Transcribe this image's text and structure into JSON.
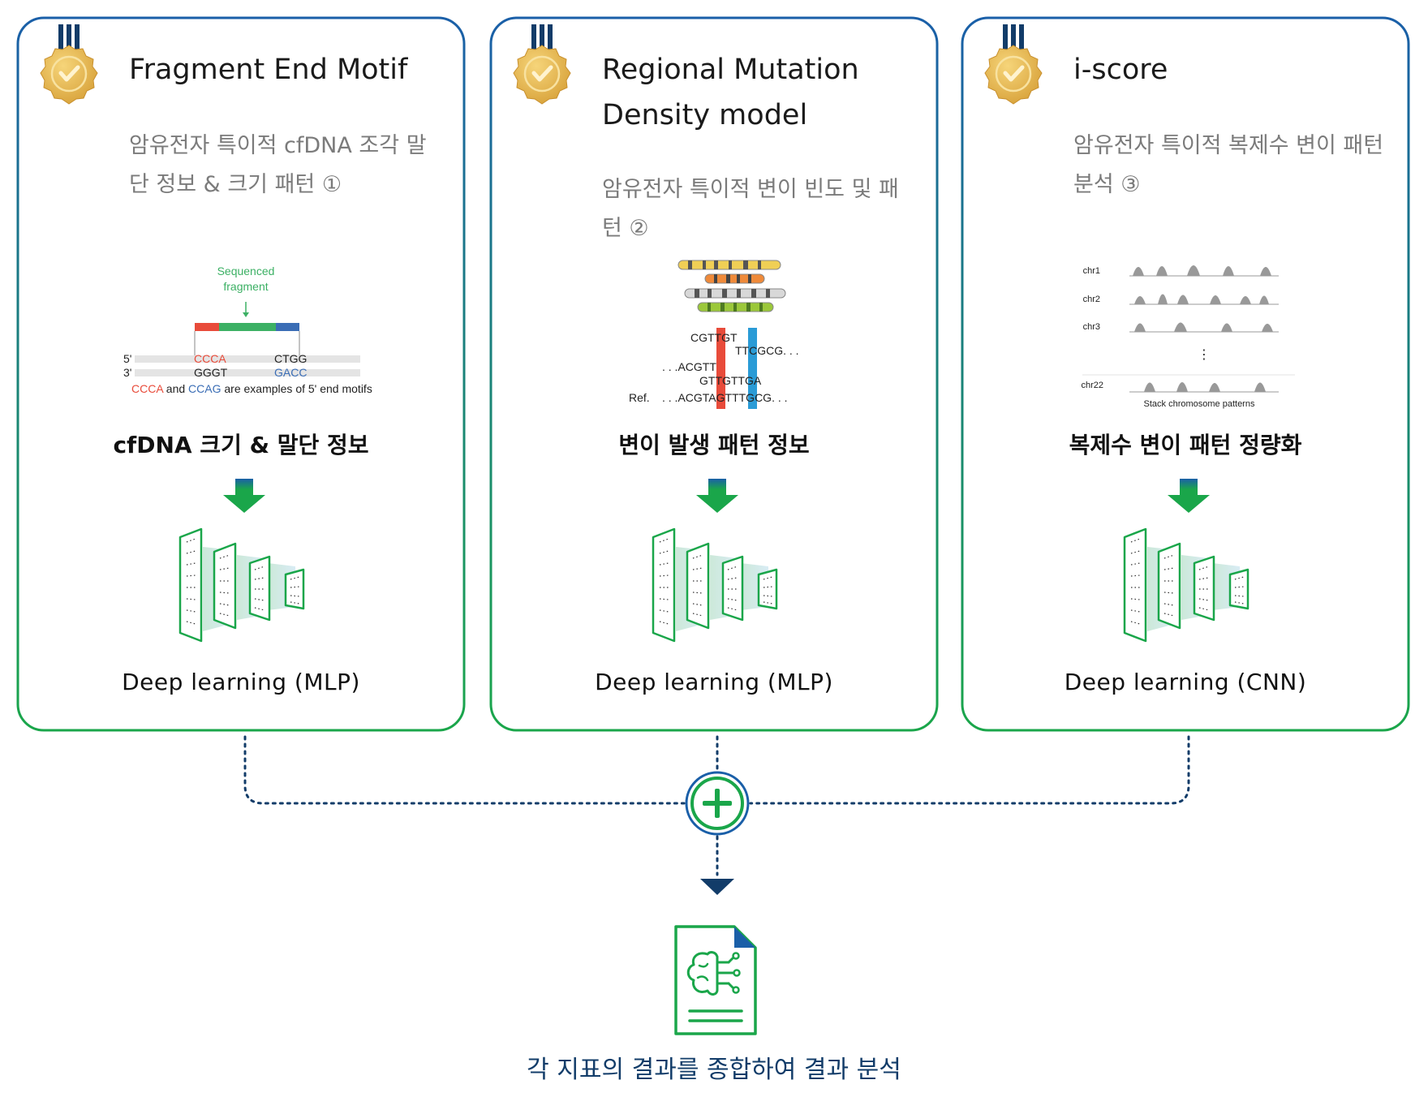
{
  "colors": {
    "blue": "#1a5fa8",
    "green": "#1aa64a",
    "dark_blue": "#123c69",
    "medal": "#e6b84a"
  },
  "panels": [
    {
      "title": "Fragment End Motif",
      "subtitle_1": "암유전자 특이적 cfDNA 조각 말단 정보 & 크기 패턴 ①",
      "illustration_caption": "cfDNA 크기 & 말단 정보",
      "model_label": "Deep learning (MLP)",
      "figure": {
        "sequenced_label_1": "Sequenced",
        "sequenced_label_2": "fragment",
        "strand_5": "5'",
        "strand_3": "3'",
        "seq_ccca": "CCCA",
        "seq_ctgg": "CTGG",
        "seq_gggt": "GGGT",
        "seq_gacc": "GACC",
        "note_ccca": "CCCA",
        "note_and": " and ",
        "note_ccag": "CCAG",
        "note_rest": " are examples of 5' end motifs"
      }
    },
    {
      "title": "Regional Mutation\nDensity model",
      "subtitle_1": "암유전자 특이적 변이 빈도 및 패턴 ②",
      "illustration_caption": "변이 발생 패턴 정보",
      "model_label": "Deep learning (MLP)",
      "figure": {
        "seq1": "CGTTGT",
        "seq2": "TTCGCG. . .",
        "seq3": ". . .ACGTT",
        "seq4": "GTTGTTGA",
        "ref_label": "Ref.",
        "ref_seq": ". . .ACGTAGTTTGCG. . ."
      }
    },
    {
      "title": "i-score",
      "subtitle_1": "암유전자 특이적 복제수 변이 패턴 분석 ③",
      "illustration_caption": "복제수 변이 패턴 정량화",
      "model_label": "Deep learning (CNN)",
      "figure": {
        "chr1": "chr1",
        "chr2": "chr2",
        "chr3": "chr3",
        "chr22": "chr22",
        "ellipsis": "⋮",
        "caption": "Stack chromosome patterns"
      }
    }
  ],
  "combine_icon": "plus-circle-icon",
  "result_icon": "brain-document-icon",
  "final_text": "각 지표의 결과를 종합하여 결과 분석"
}
